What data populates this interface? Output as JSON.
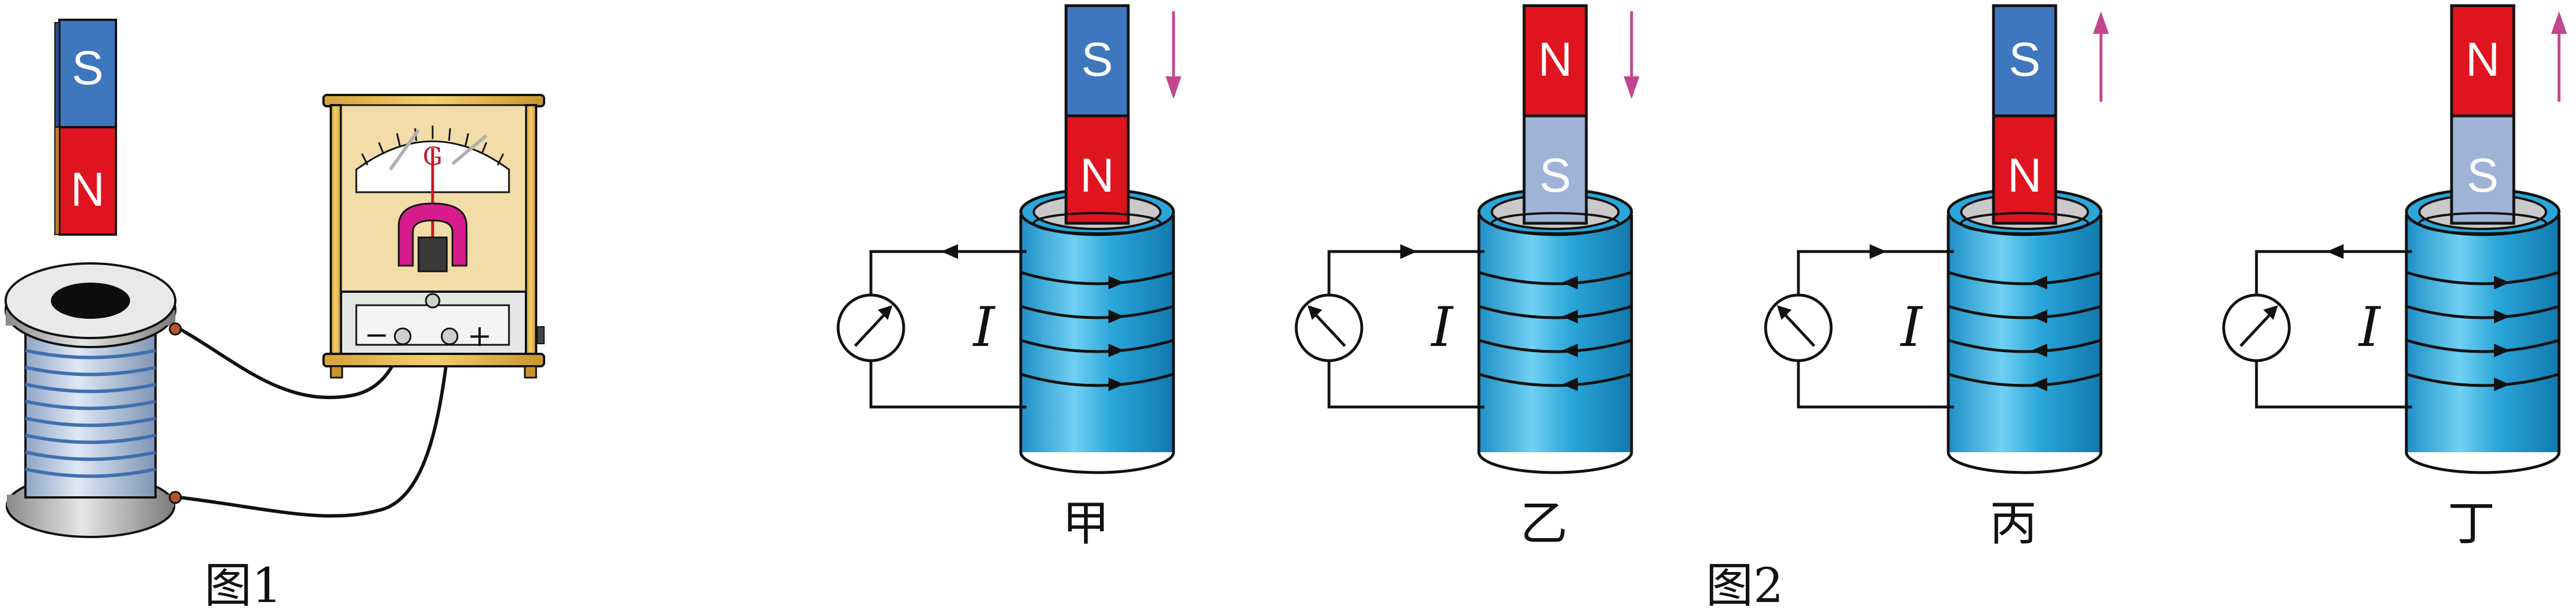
{
  "figure1": {
    "caption": "图1",
    "magnet": {
      "top_pole": "S",
      "bottom_pole": "N"
    },
    "meter": {
      "symbol": "G",
      "minus": "−",
      "plus": "+"
    }
  },
  "figure2": {
    "caption": "图2",
    "current_label": "I",
    "panels": [
      {
        "label": "甲",
        "top_pole": "S",
        "bottom_pole": "N",
        "motion": "down",
        "needle": "right",
        "winding_arrows": "right",
        "top_wire_arrow": "left"
      },
      {
        "label": "乙",
        "top_pole": "N",
        "bottom_pole": "S",
        "motion": "down",
        "needle": "left",
        "winding_arrows": "left",
        "top_wire_arrow": "right"
      },
      {
        "label": "丙",
        "top_pole": "S",
        "bottom_pole": "N",
        "motion": "up",
        "needle": "left",
        "winding_arrows": "left",
        "top_wire_arrow": "right"
      },
      {
        "label": "丁",
        "top_pole": "N",
        "bottom_pole": "S",
        "motion": "up",
        "needle": "right",
        "winding_arrows": "right",
        "top_wire_arrow": "left"
      }
    ]
  },
  "colors": {
    "south": "#3f77bf",
    "north": "#e0141e",
    "north_light": "#9fb3d6",
    "coil": "#2aa6d9",
    "arrow": "#c2468e"
  }
}
